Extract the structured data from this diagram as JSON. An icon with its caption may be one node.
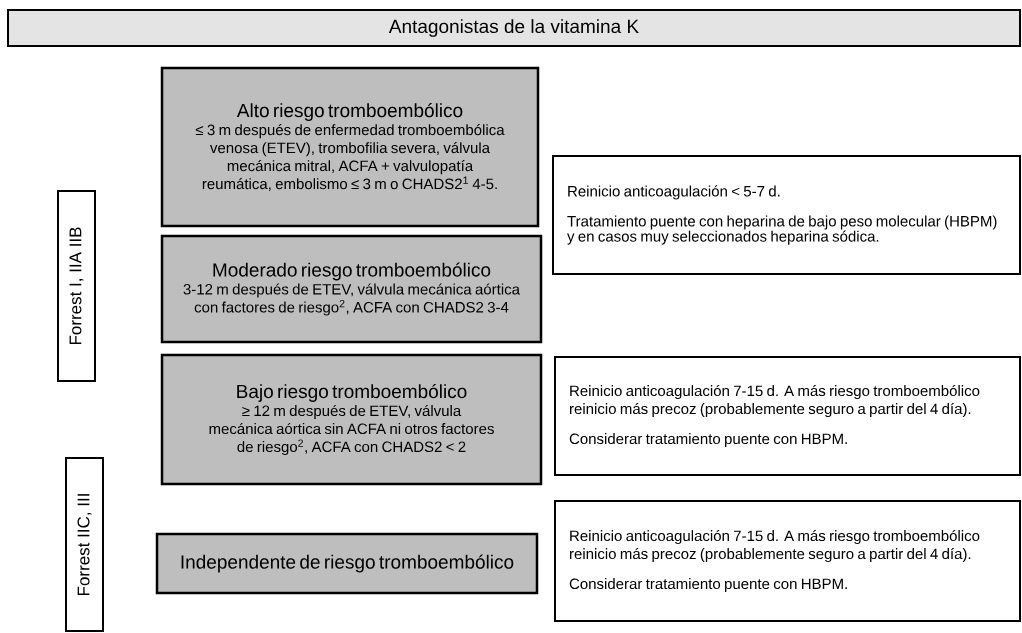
{
  "diagram": {
    "nodes": [
      {
        "text": [
          "Antagonistas de la vitamina K"
        ]
      },
      {
        "text": [
          "Alto riesgo tromboembólico",
          "≤ 3 m después de enfermedad tromboembólica venosa (ETEV), trombofilia severa, válvula mecánica mitral, ACFA + valvulopatía reumática, embolismo ≤ 3 m o CHADS2$^{1}$ 4-5."
        ]
      },
      {
        "text": [
          "Reinicio anticoagulación < 5-7 d.",
          "Tratamiento puente con heparina de bajo peso molecular (HBPM) y en casos muy seleccionados heparina sódica."
        ]
      },
      {
        "text": [
          "Forrest I, IIA IIB"
        ]
      },
      {
        "text": [
          "Moderado riesgo tromboembólico",
          "3-12 m después de ETEV, válvula mecánica aórtica con factores de riesgo$^{2}$, ACFA con CHADS2 3-4"
        ]
      },
      {
        "text": [
          "Bajo riesgo tromboembólico",
          "≥ 12 m después de ETEV, válvula mecánica aórtica sin ACFA ni otros factores de riesgo$^{2}$, ACFA con CHADS2 < 2"
        ]
      },
      {
        "text": [
          "Reinicio anticoagulación 7-15 d. A más riesgo tromboembólico reinicio más precoz (probablemente seguro a partir del 4 día).",
          "Considerar tratamiento puente con HBPM."
        ]
      },
      {
        "text": [
          "Forrest IIC, III"
        ]
      },
      {
        "text": [
          "Independente de riesgo tromboembólico"
        ]
      },
      {
        "text": [
          "Reinicio anticoagulación 7-15 d. A más riesgo tromboembólico reinicio más precoz (probablemente seguro a partir del 4 día).",
          "Considerar tratamiento puente con HBPM."
        ]
      }
    ]
  }
}
